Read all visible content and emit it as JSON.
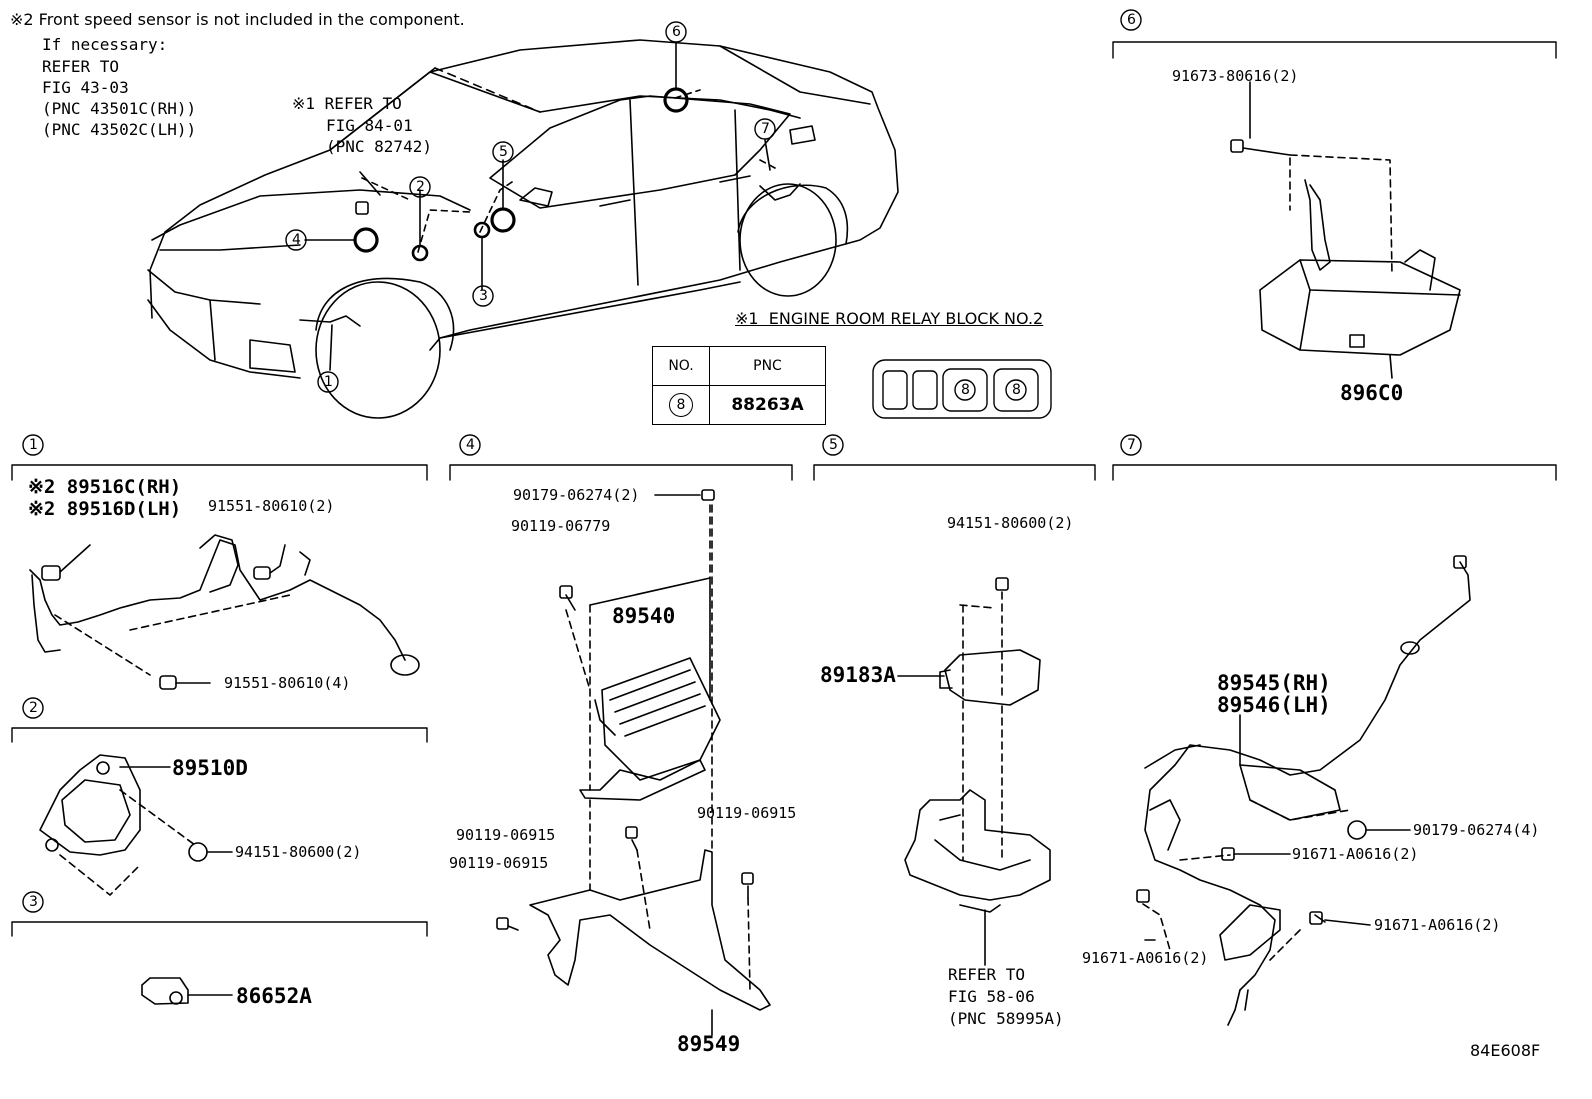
{
  "notes": {
    "note2_l1": "※2 Front speed sensor is not included in the component.",
    "note2_l2": "If necessary:",
    "note2_l3": "REFER TO",
    "note2_l4": "FIG 43-03",
    "note2_l5": "(PNC 43501C(RH))",
    "note2_l6": "(PNC 43502C(LH))",
    "note1_l1": "※1 REFER TO",
    "note1_l2": "FIG 84-01",
    "note1_l3": "(PNC 82742)",
    "relay_block": "※1  ENGINE ROOM RELAY BLOCK NO.2"
  },
  "callouts": [
    "1",
    "2",
    "3",
    "4",
    "5",
    "6",
    "7"
  ],
  "relay_table": {
    "col_no": "NO.",
    "col_pnc": "PNC",
    "row_no": "8",
    "row_pnc": "88263A"
  },
  "relay_boxes": [
    "8",
    "8"
  ],
  "sections": {
    "s1": {
      "number": "1",
      "label_rh": "※2 89516C(RH)",
      "label_lh": "※2 89516D(LH)",
      "bolt_top": "91551-80610(2)",
      "bolt_bottom": "91551-80610(4)"
    },
    "s2": {
      "number": "2",
      "part": "89510D",
      "bolt": "94151-80600(2)"
    },
    "s3": {
      "number": "3",
      "part": "86652A"
    },
    "s4": {
      "number": "4",
      "nut_top": "90179-06274(2)",
      "bolt_a": "90119-06779",
      "part_ecu": "89540",
      "bolt_b": "90119-06915",
      "bolt_c": "90119-06915",
      "bolt_d": "90119-06915",
      "part_bracket": "89549"
    },
    "s5": {
      "number": "5",
      "bolt": "94151-80600(2)",
      "part": "89183A",
      "ref_l1": "REFER TO",
      "ref_l2": "FIG 58-06",
      "ref_l3": "(PNC 58995A)"
    },
    "s6": {
      "number": "6",
      "bolt": "91673-80616(2)",
      "part": "896C0"
    },
    "s7": {
      "number": "7",
      "part_rh": "89545(RH)",
      "part_lh": "89546(LH)",
      "nut": "90179-06274(4)",
      "bolt_a": "91671-A0616(2)",
      "bolt_b": "91671-A0616(2)",
      "bolt_c": "91671-A0616(2)"
    }
  },
  "figure_code": "84E608F"
}
